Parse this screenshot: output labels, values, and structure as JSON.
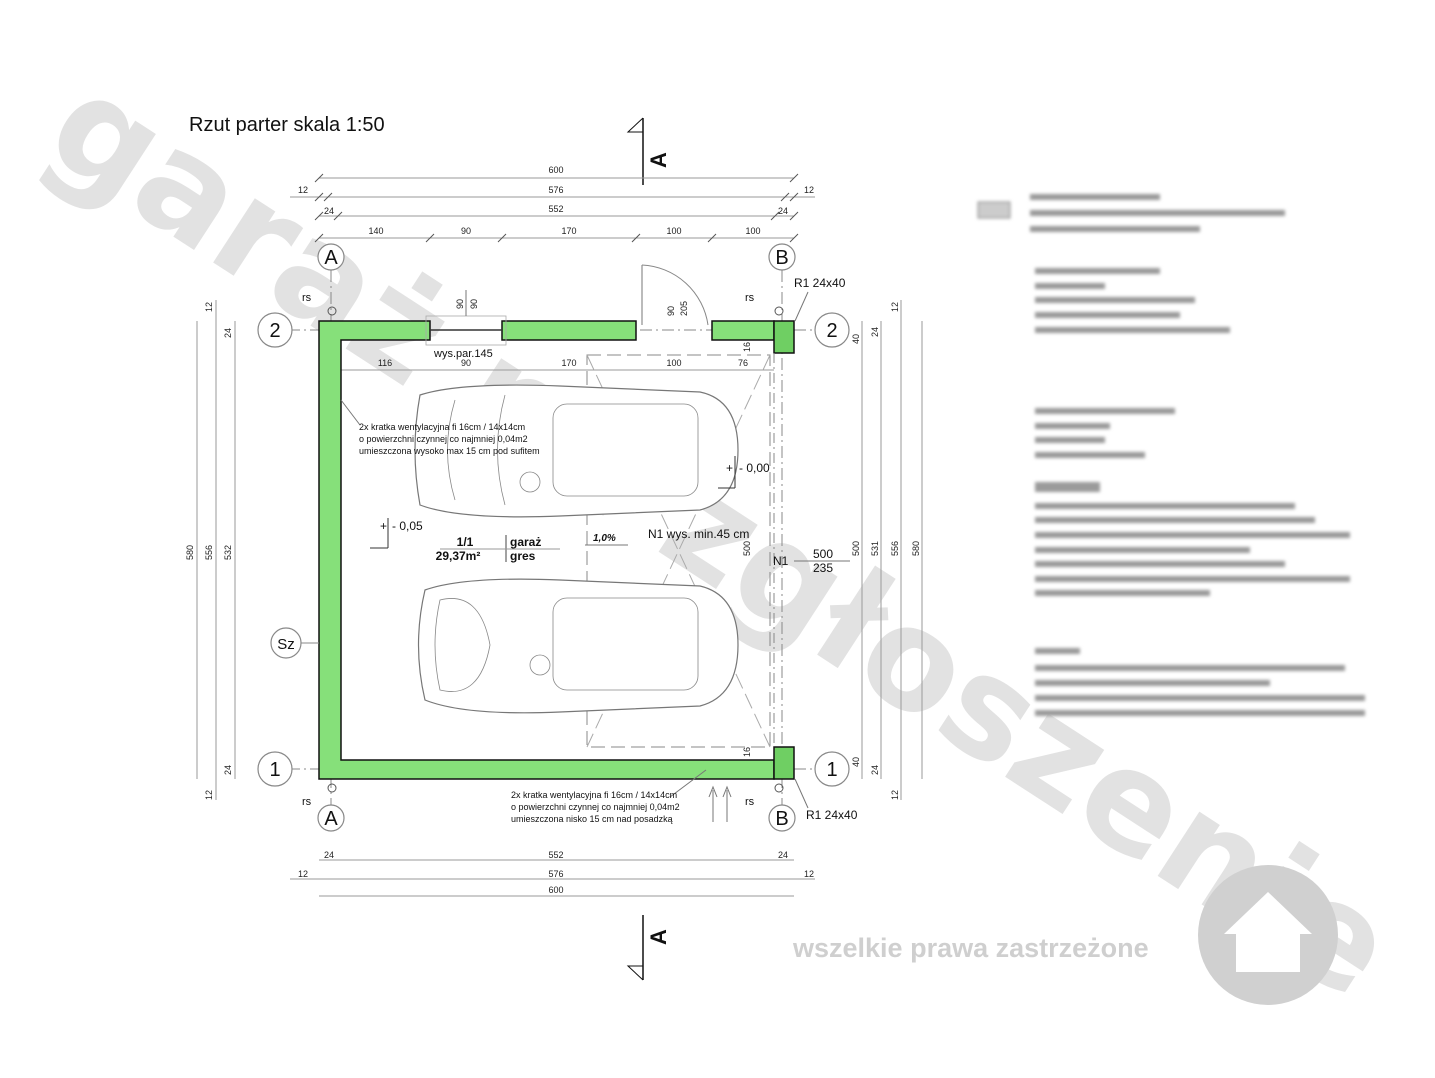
{
  "title": "Rzut parter skala 1:50",
  "section_mark": "A",
  "grid_labels": {
    "a": "A",
    "b": "B",
    "one": "1",
    "two": "2",
    "sz": "Sz"
  },
  "dims_top": {
    "total": "600",
    "outer": "576",
    "inner": "552",
    "side12": "12",
    "side24": "24",
    "segments": [
      "140",
      "90",
      "170",
      "100",
      "100"
    ]
  },
  "dims_inner_top": [
    "116",
    "90",
    "170",
    "100",
    "76"
  ],
  "dims_bottom": {
    "inner": "552",
    "outer": "576",
    "total": "600",
    "side12": "12",
    "side24": "24"
  },
  "dims_left": {
    "total": "580",
    "outer": "556",
    "inner": "532",
    "side12": "12",
    "side24": "24"
  },
  "dims_right": {
    "d500": "500",
    "d531": "531",
    "d556": "556",
    "d580": "580",
    "d40": "40",
    "d24": "24",
    "d12": "12"
  },
  "window": {
    "w": "90",
    "h": "90",
    "sill": "wys.par.145"
  },
  "door": {
    "w": "90",
    "h": "205"
  },
  "column": "R1 24x40",
  "rs": "rs",
  "d16": "16",
  "d500_inner": "500",
  "vent_top": [
    "2x kratka wentylacyjna fi 16cm / 14x14cm",
    "o powierzchni czynnej co najmniej 0,04m2",
    "umieszczona wysoko max 15 cm pod sufitem"
  ],
  "vent_bottom": [
    "2x kratka wentylacyjna fi 16cm / 14x14cm",
    "o powierzchni czynnej co najmniej 0,04m2",
    "umieszczona nisko 15 cm nad posadzką"
  ],
  "level_floor": "- 0,05",
  "level_zero": "- 0,00",
  "level_plus": "+",
  "room": {
    "number": "1/1",
    "name": "garaż",
    "area": "29,37m²",
    "finish": "gres"
  },
  "slope": "1,0%",
  "gate": {
    "label": "N1 wys. min.45 cm",
    "tag": "N1",
    "w": "500",
    "h": "235"
  },
  "watermark": "garaż na zgłoszenie",
  "copyright": "wszelkie prawa zastrzeżone",
  "colors": {
    "wall": "#86e07a",
    "watermark": "#d9d9d9",
    "logo": "#d0d0d0"
  }
}
